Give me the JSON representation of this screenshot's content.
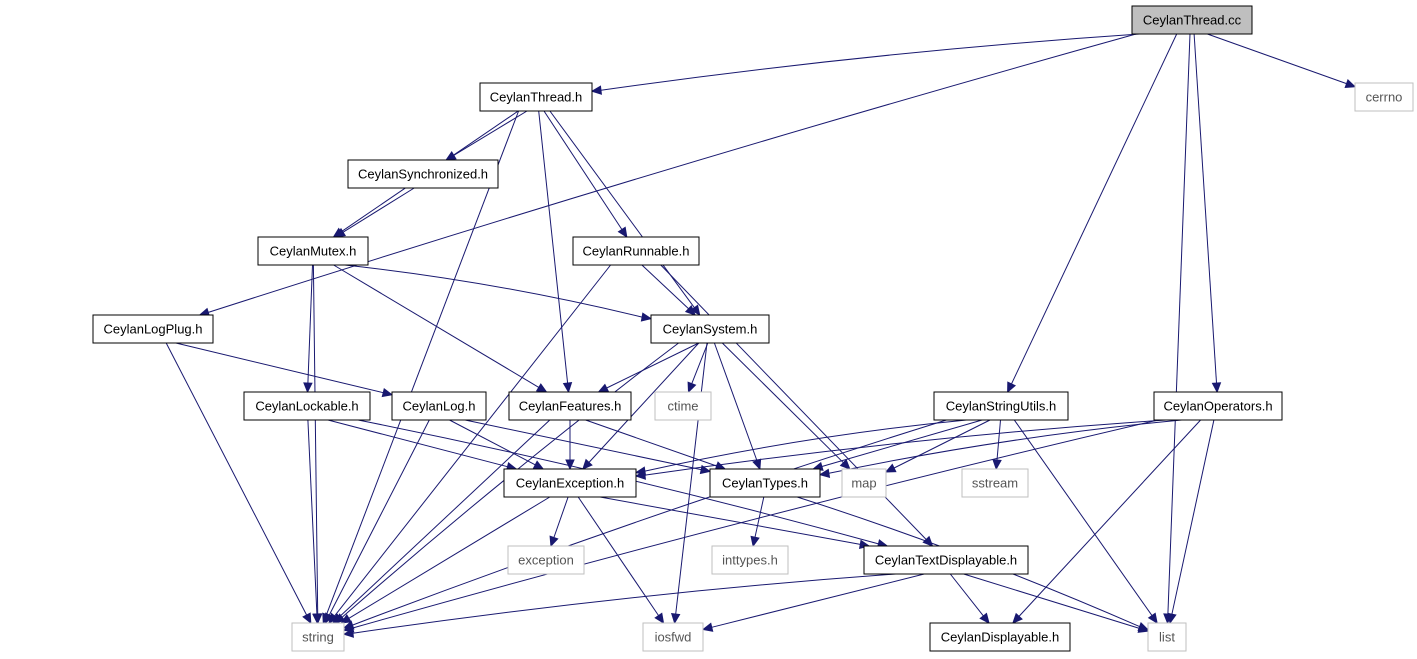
{
  "colors": {
    "edge": "#191970",
    "root_fill": "#bfbfbf",
    "local_stroke": "#000000",
    "system_stroke": "#bfbfbf",
    "local_text": "#000000",
    "system_text": "#555555"
  },
  "nodes": [
    {
      "id": "root",
      "label": "CeylanThread.cc",
      "kind": "root"
    },
    {
      "id": "thread",
      "label": "CeylanThread.h",
      "kind": "local"
    },
    {
      "id": "cerrno",
      "label": "cerrno",
      "kind": "system"
    },
    {
      "id": "sync",
      "label": "CeylanSynchronized.h",
      "kind": "local"
    },
    {
      "id": "mutex",
      "label": "CeylanMutex.h",
      "kind": "local"
    },
    {
      "id": "runnable",
      "label": "CeylanRunnable.h",
      "kind": "local"
    },
    {
      "id": "logplug",
      "label": "CeylanLogPlug.h",
      "kind": "local"
    },
    {
      "id": "system",
      "label": "CeylanSystem.h",
      "kind": "local"
    },
    {
      "id": "lockable",
      "label": "CeylanLockable.h",
      "kind": "local"
    },
    {
      "id": "log",
      "label": "CeylanLog.h",
      "kind": "local"
    },
    {
      "id": "features",
      "label": "CeylanFeatures.h",
      "kind": "local"
    },
    {
      "id": "ctime",
      "label": "ctime",
      "kind": "system"
    },
    {
      "id": "stringutils",
      "label": "CeylanStringUtils.h",
      "kind": "local"
    },
    {
      "id": "operators",
      "label": "CeylanOperators.h",
      "kind": "local"
    },
    {
      "id": "exception",
      "label": "CeylanException.h",
      "kind": "local"
    },
    {
      "id": "types",
      "label": "CeylanTypes.h",
      "kind": "local"
    },
    {
      "id": "map",
      "label": "map",
      "kind": "system"
    },
    {
      "id": "sstream",
      "label": "sstream",
      "kind": "system"
    },
    {
      "id": "stdexception",
      "label": "exception",
      "kind": "system"
    },
    {
      "id": "inttypes",
      "label": "inttypes.h",
      "kind": "system"
    },
    {
      "id": "textdisp",
      "label": "CeylanTextDisplayable.h",
      "kind": "local"
    },
    {
      "id": "string",
      "label": "string",
      "kind": "system"
    },
    {
      "id": "iosfwd",
      "label": "iosfwd",
      "kind": "system"
    },
    {
      "id": "displayable",
      "label": "CeylanDisplayable.h",
      "kind": "local"
    },
    {
      "id": "list",
      "label": "list",
      "kind": "system"
    }
  ],
  "edges": [
    {
      "from": "root",
      "to": "thread"
    },
    {
      "from": "root",
      "to": "cerrno"
    },
    {
      "from": "root",
      "to": "logplug"
    },
    {
      "from": "root",
      "to": "stringutils"
    },
    {
      "from": "root",
      "to": "operators"
    },
    {
      "from": "root",
      "to": "list"
    },
    {
      "from": "thread",
      "to": "sync"
    },
    {
      "from": "thread",
      "to": "mutex"
    },
    {
      "from": "thread",
      "to": "runnable"
    },
    {
      "from": "thread",
      "to": "system"
    },
    {
      "from": "thread",
      "to": "features"
    },
    {
      "from": "thread",
      "to": "string"
    },
    {
      "from": "sync",
      "to": "mutex"
    },
    {
      "from": "mutex",
      "to": "system"
    },
    {
      "from": "mutex",
      "to": "lockable"
    },
    {
      "from": "mutex",
      "to": "features"
    },
    {
      "from": "mutex",
      "to": "string"
    },
    {
      "from": "runnable",
      "to": "system"
    },
    {
      "from": "runnable",
      "to": "textdisp"
    },
    {
      "from": "runnable",
      "to": "string"
    },
    {
      "from": "logplug",
      "to": "log"
    },
    {
      "from": "logplug",
      "to": "string"
    },
    {
      "from": "system",
      "to": "features"
    },
    {
      "from": "system",
      "to": "ctime"
    },
    {
      "from": "system",
      "to": "exception"
    },
    {
      "from": "system",
      "to": "types"
    },
    {
      "from": "system",
      "to": "map"
    },
    {
      "from": "system",
      "to": "iosfwd"
    },
    {
      "from": "system",
      "to": "string"
    },
    {
      "from": "lockable",
      "to": "exception"
    },
    {
      "from": "lockable",
      "to": "textdisp"
    },
    {
      "from": "lockable",
      "to": "string"
    },
    {
      "from": "log",
      "to": "exception"
    },
    {
      "from": "log",
      "to": "types"
    },
    {
      "from": "log",
      "to": "string"
    },
    {
      "from": "features",
      "to": "exception"
    },
    {
      "from": "features",
      "to": "types"
    },
    {
      "from": "features",
      "to": "string"
    },
    {
      "from": "stringutils",
      "to": "exception"
    },
    {
      "from": "stringutils",
      "to": "types"
    },
    {
      "from": "stringutils",
      "to": "map"
    },
    {
      "from": "stringutils",
      "to": "sstream"
    },
    {
      "from": "stringutils",
      "to": "list"
    },
    {
      "from": "stringutils",
      "to": "string"
    },
    {
      "from": "operators",
      "to": "exception"
    },
    {
      "from": "operators",
      "to": "types"
    },
    {
      "from": "operators",
      "to": "displayable"
    },
    {
      "from": "operators",
      "to": "list"
    },
    {
      "from": "operators",
      "to": "string"
    },
    {
      "from": "exception",
      "to": "stdexception"
    },
    {
      "from": "exception",
      "to": "textdisp"
    },
    {
      "from": "exception",
      "to": "iosfwd"
    },
    {
      "from": "exception",
      "to": "string"
    },
    {
      "from": "types",
      "to": "inttypes"
    },
    {
      "from": "types",
      "to": "list"
    },
    {
      "from": "textdisp",
      "to": "displayable"
    },
    {
      "from": "textdisp",
      "to": "list"
    },
    {
      "from": "textdisp",
      "to": "iosfwd"
    },
    {
      "from": "textdisp",
      "to": "string"
    }
  ]
}
